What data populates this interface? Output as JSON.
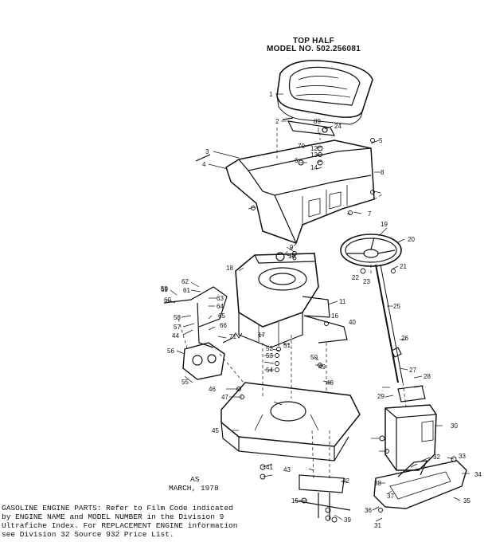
{
  "header": {
    "title": "TOP HALF",
    "model_line": "MODEL NO. 502.256081"
  },
  "stamp": {
    "code": "AS",
    "date": "MARCH, 1978"
  },
  "footer": {
    "lines": [
      "GASOLINE ENGINE PARTS:  Refer to Film Code indicated",
      "by ENGINE NAME and MODEL NUMBER in the Division 9",
      "Ultrafiche Index.  For REPLACEMENT ENGINE information",
      "see Division 32 Source 932 Price List."
    ]
  },
  "callouts": [
    "1",
    "2",
    "3",
    "4",
    "5",
    "6",
    "7",
    "8",
    "9",
    "10",
    "11",
    "12",
    "13",
    "14",
    "15",
    "16",
    "17",
    "18",
    "19",
    "20",
    "21",
    "22",
    "23",
    "24",
    "25",
    "26",
    "27",
    "28",
    "29",
    "30",
    "31",
    "32",
    "33",
    "34",
    "35",
    "36",
    "37",
    "38",
    "39",
    "40",
    "41",
    "42",
    "43",
    "44",
    "45",
    "46",
    "47",
    "48",
    "49",
    "50",
    "51",
    "52",
    "53",
    "54",
    "55",
    "56",
    "57",
    "58",
    "59",
    "60",
    "61",
    "62",
    "63",
    "64",
    "65",
    "66",
    "69",
    "70",
    "71",
    "89"
  ]
}
